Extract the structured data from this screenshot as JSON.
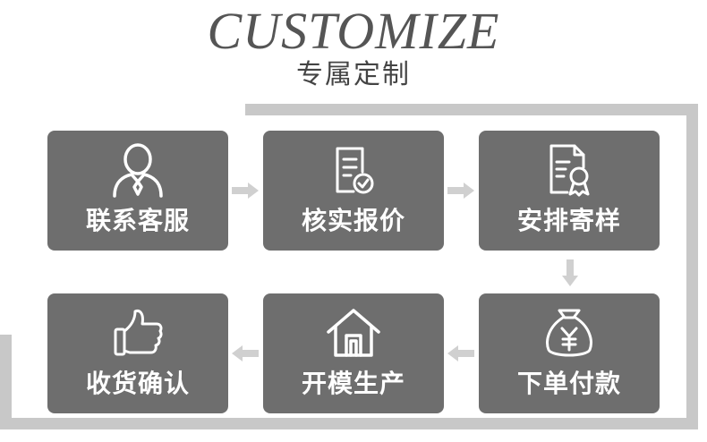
{
  "header": {
    "title": "CUSTOMIZE",
    "subtitle": "专属定制"
  },
  "steps": [
    {
      "label": "联系客服",
      "icon": "customer-service-person-icon"
    },
    {
      "label": "核实报价",
      "icon": "document-check-icon"
    },
    {
      "label": "安排寄样",
      "icon": "certificate-icon"
    },
    {
      "label": "下单付款",
      "icon": "money-bag-icon"
    },
    {
      "label": "开模生产",
      "icon": "house-icon"
    },
    {
      "label": "收货确认",
      "icon": "thumbs-up-icon"
    }
  ],
  "colors": {
    "box": "#6e6e6e",
    "frame": "#c8c8c8",
    "arrow": "#d0d0d0",
    "icon": "#ffffff"
  }
}
